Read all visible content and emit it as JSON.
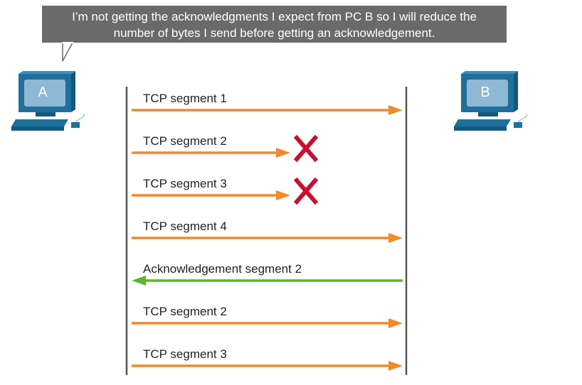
{
  "bubble": {
    "line1": "I’m not getting the acknowledgments I expect from PC B so I will reduce the",
    "line2": "number of bytes I send before getting an acknowledgement."
  },
  "hosts": {
    "a_label": "A",
    "b_label": "B"
  },
  "segments": [
    {
      "label": "TCP segment 1",
      "direction": "a-to-b",
      "lost": false
    },
    {
      "label": "TCP segment 2",
      "direction": "a-to-b",
      "lost": true
    },
    {
      "label": "TCP segment 3",
      "direction": "a-to-b",
      "lost": true
    },
    {
      "label": "TCP segment 4",
      "direction": "a-to-b",
      "lost": false
    },
    {
      "label": "Acknowledgement segment 2",
      "direction": "b-to-a",
      "lost": false
    },
    {
      "label": "TCP segment 2",
      "direction": "a-to-b",
      "lost": false
    },
    {
      "label": "TCP segment 3",
      "direction": "a-to-b",
      "lost": false
    }
  ],
  "colors": {
    "data_arrow": "#f08a2c",
    "ack_arrow": "#5ab82c",
    "lost_mark": "#c8102e",
    "bubble_bg": "#6a6a6a",
    "pc_body": "#1f6f9c"
  },
  "icons": {
    "pc": "desktop-computer-icon",
    "lost": "x-mark-icon"
  }
}
